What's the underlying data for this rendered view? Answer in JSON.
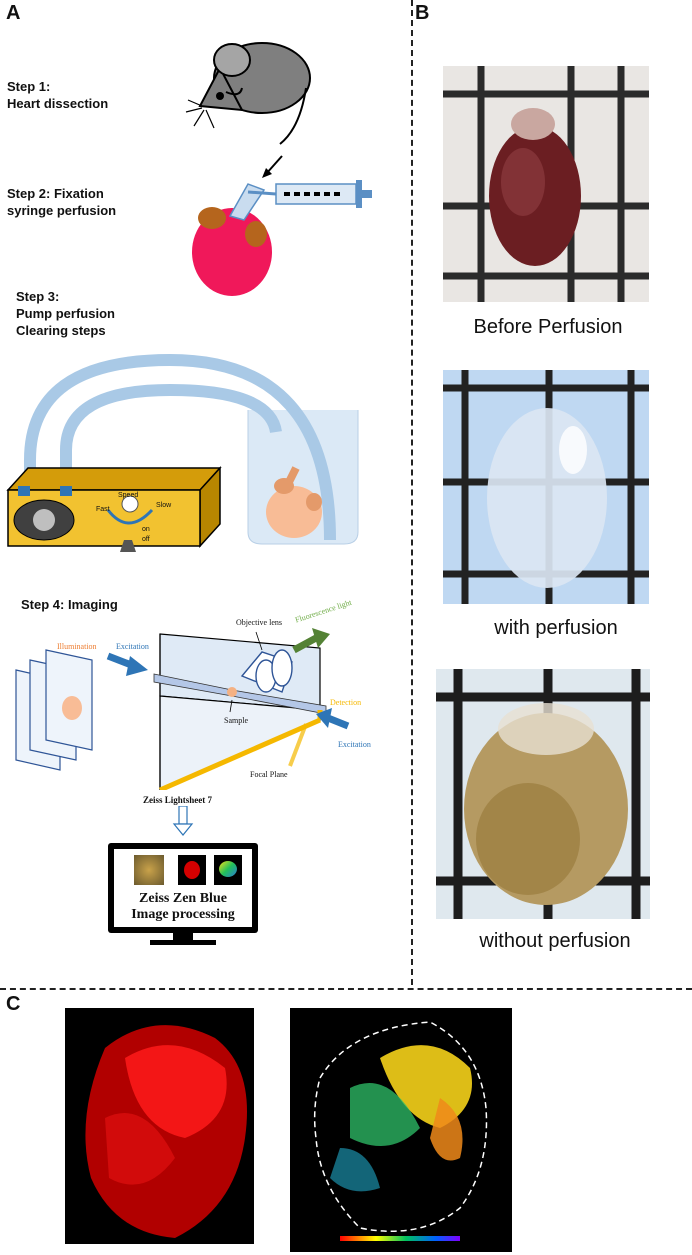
{
  "panels": {
    "a": "A",
    "b": "B",
    "c": "C"
  },
  "steps": {
    "s1_line1": "Step 1:",
    "s1_line2": "Heart dissection",
    "s2_line1": "Step 2: Fixation",
    "s2_line2": "syringe perfusion",
    "s3_line1": "Step 3:",
    "s3_line2": "Pump perfusion",
    "s3_line3": "Clearing steps",
    "s4": "Step 4: Imaging"
  },
  "pump": {
    "speed": "Speed",
    "fast": "Fast",
    "slow": "Slow",
    "on": "on",
    "off": "off"
  },
  "lightsheet": {
    "objective": "Objective lens",
    "fluorescence": "Fluorescence light",
    "illumination": "Illumination",
    "excitation_left": "Excitation",
    "detection": "Detection",
    "excitation_right": "Excitation",
    "sample": "Sample",
    "focal_plane": "Focal Plane",
    "instrument": "Zeiss Lightsheet 7"
  },
  "monitor": {
    "line1": "Zeiss Zen Blue",
    "line2": "Image processing"
  },
  "captions": {
    "before": "Before Perfusion",
    "with": "with perfusion",
    "without": "without perfusion"
  },
  "colors": {
    "heart_red": "#f0185a",
    "heart_brown": "#b5651d",
    "tube_blue": "#a9c9e6",
    "pump_yellow": "#f2c230",
    "focal_yellow": "#f5b800",
    "excitation_blue": "#2e75b6",
    "fluorescence_green": "#548235",
    "illumination_orange": "#ed7d31"
  }
}
